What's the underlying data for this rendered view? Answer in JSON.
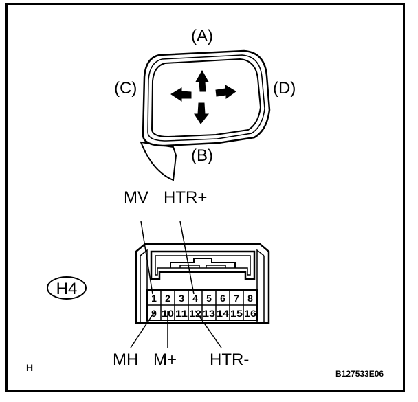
{
  "diagram": {
    "mirror_labels": {
      "a": "(A)",
      "b": "(B)",
      "c": "(C)",
      "d": "(D)"
    },
    "wire_labels": {
      "mv": "MV",
      "htr_plus": "HTR+",
      "mh": "MH",
      "m_plus": "M+",
      "htr_minus": "HTR-"
    },
    "connector_name": "H4",
    "pins_top": [
      "1",
      "2",
      "3",
      "4",
      "5",
      "6",
      "7",
      "8"
    ],
    "pins_bottom": [
      "9",
      "10",
      "11",
      "12",
      "13",
      "14",
      "15",
      "16"
    ],
    "side_marker": "H",
    "figure_code": "B127533E06"
  }
}
